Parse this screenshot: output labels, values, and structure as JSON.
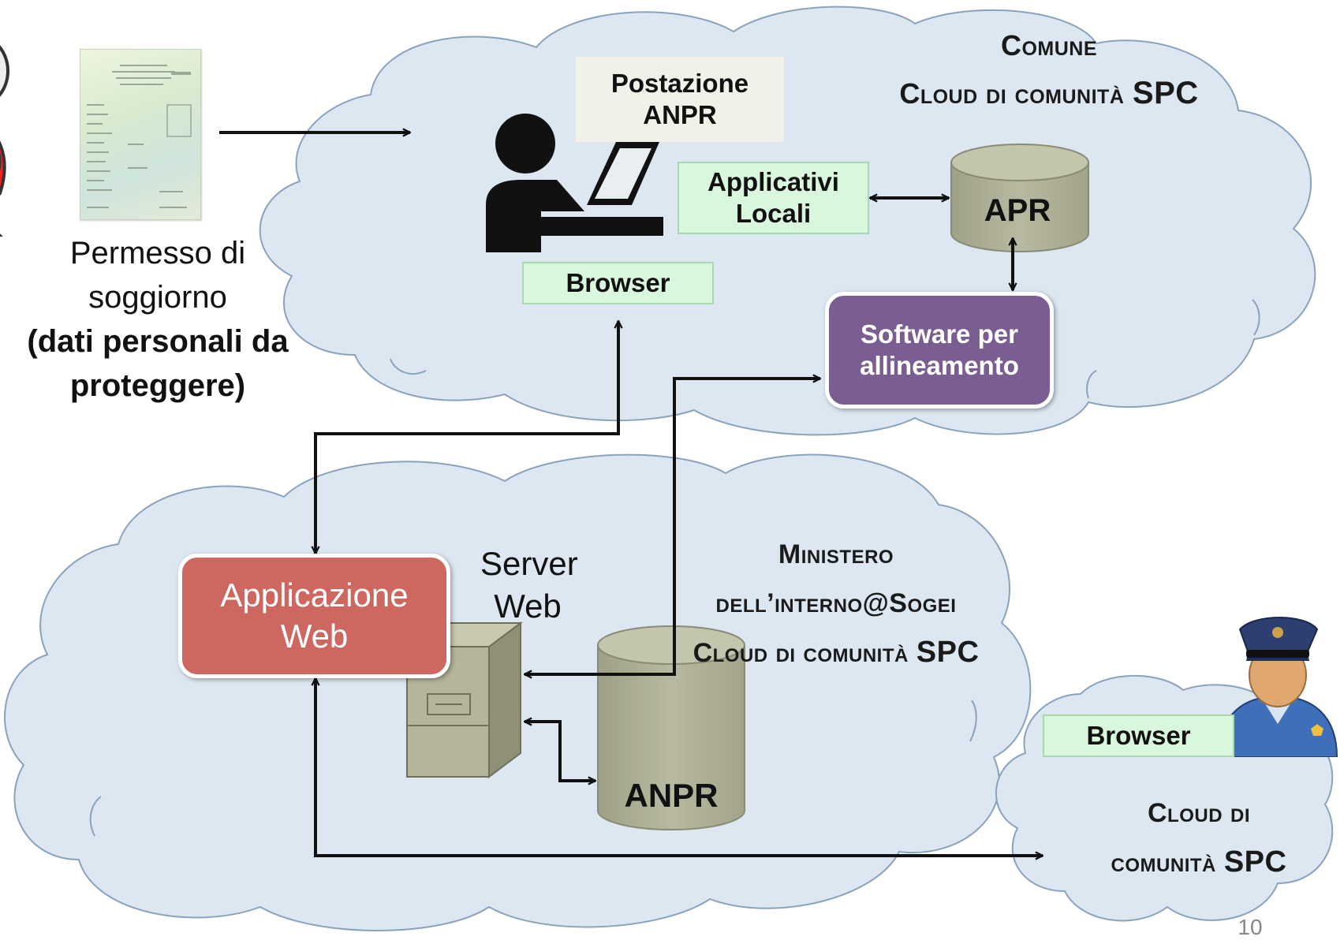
{
  "document": {
    "permit_caption": "Permesso di soggiorno",
    "permit_caption_bold": "(dati personali da proteggere)",
    "page_number": "10"
  },
  "comune_cloud": {
    "title_line1": "Comune",
    "title_line2_prefix": "Cloud di comunità ",
    "title_line2_suffix": "SPC",
    "workstation_label": "Postazione ANPR",
    "local_apps_label": "Applicativi Locali",
    "browser_label": "Browser",
    "apr_label": "APR",
    "alignment_software_label": "Software per allineamento"
  },
  "ministero_cloud": {
    "title_line1": "Ministero",
    "title_line2": "dell’interno@Sogei",
    "title_line3_prefix": "Cloud di comunità ",
    "title_line3_suffix": "SPC",
    "web_app_label": "Applicazione Web",
    "server_label": "Server Web",
    "anpr_label": "ANPR"
  },
  "police_cloud": {
    "browser_label": "Browser",
    "title_line1": "Cloud di",
    "title_line2_prefix": "comunità ",
    "title_line2_suffix": "SPC"
  },
  "colors": {
    "cloud_fill": "#dde7f2",
    "cloud_stroke": "#8aa3bd",
    "green_box": "#d9f7dc",
    "purple_box": "#7a5e92",
    "red_box": "#cd6760",
    "database": "#b1b19a"
  }
}
